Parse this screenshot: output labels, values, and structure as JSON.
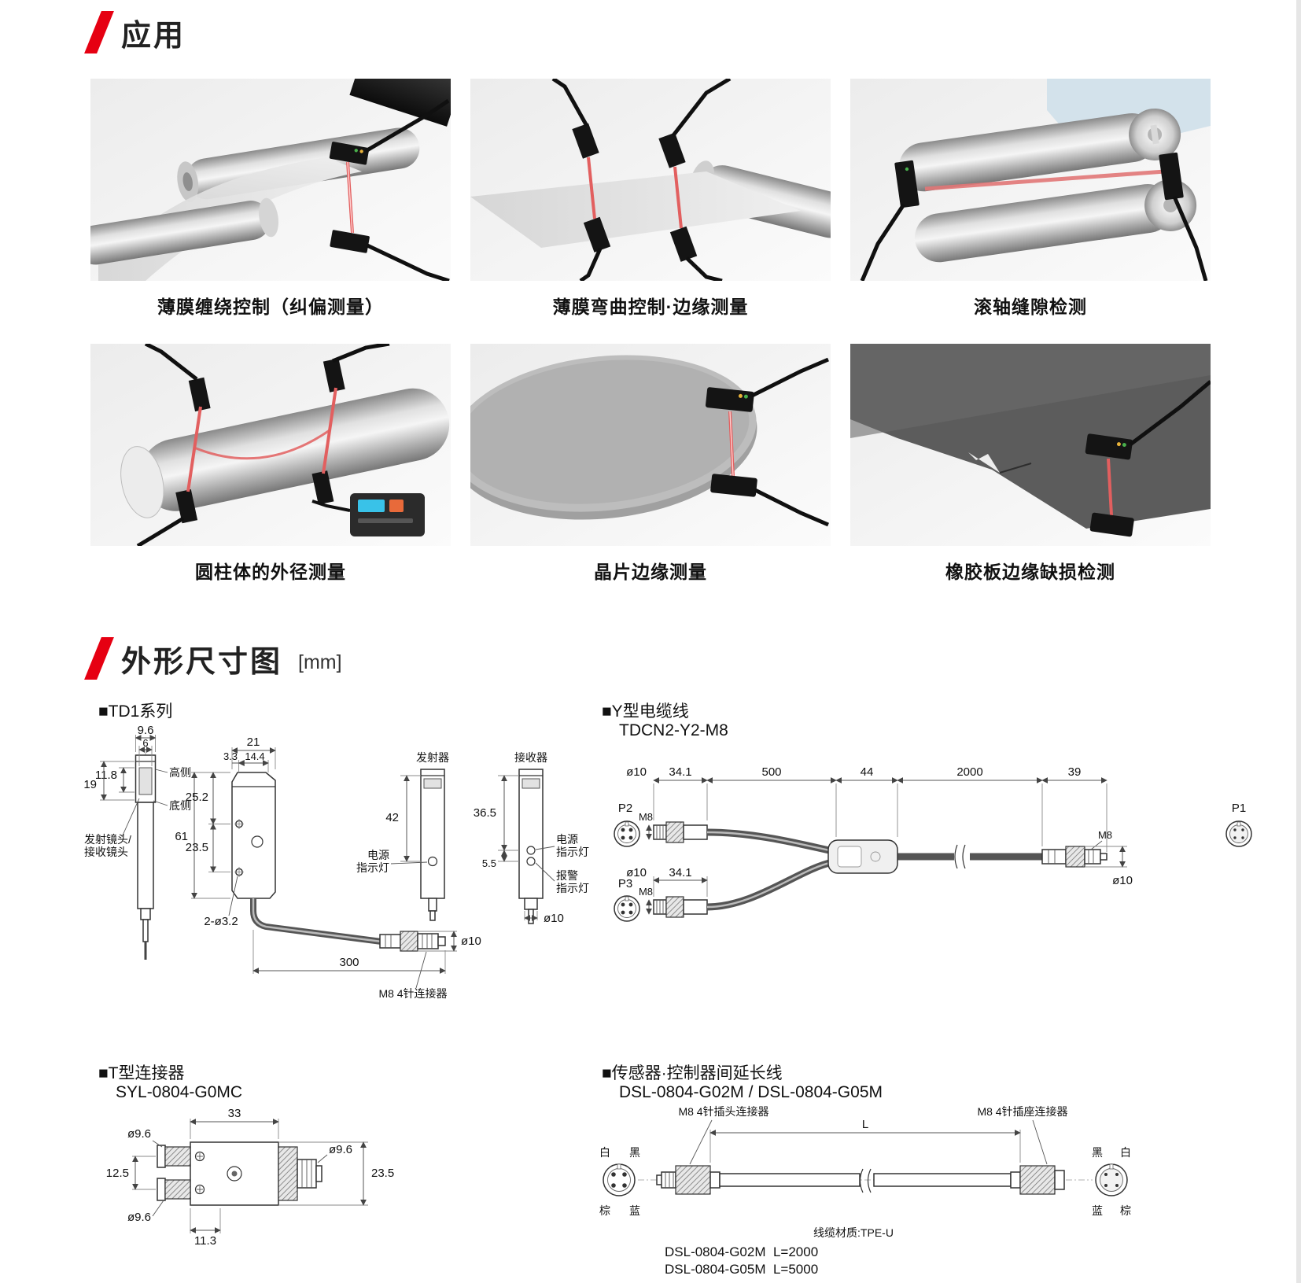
{
  "page": {
    "applications": {
      "title": "应用",
      "items": [
        {
          "caption": "薄膜缠绕控制（纠偏测量）"
        },
        {
          "caption": "薄膜弯曲控制·边缘测量"
        },
        {
          "caption": "滚轴缝隙检测"
        },
        {
          "caption": "圆柱体的外径测量"
        },
        {
          "caption": "晶片边缘测量"
        },
        {
          "caption": "橡胶板边缘缺损检测"
        }
      ]
    },
    "dimensions": {
      "title": "外形尺寸图",
      "unit": "[mm]",
      "td1": {
        "heading": "■TD1系列",
        "dim_w_head": "9.6",
        "dim_w_lens": "6",
        "dim_h_lens": "11.8",
        "dim_h_head": "19",
        "label_high_side": "高侧",
        "label_bottom_side": "底侧",
        "label_lens_line1": "发射镜头/",
        "label_lens_line2": "接收镜头",
        "dim_body_w": "21",
        "dim_offset1": "3.3",
        "dim_offset2": "14.4",
        "dim_upper": "25.2",
        "dim_height": "61",
        "dim_lower": "23.5",
        "label_holes": "2-ø3.2",
        "dim_cable": "300",
        "label_connector": "M8 4针连接器",
        "dim_conn_dia": "ø10",
        "emitter_title": "发射器",
        "dim_emitter_h": "42",
        "emitter_led_line1": "电源",
        "emitter_led_line2": "指示灯",
        "receiver_title": "接收器",
        "dim_receiver_h": "36.5",
        "dim_led_gap": "5.5",
        "receiver_power_line1": "电源",
        "receiver_power_line2": "指示灯",
        "receiver_alarm_line1": "报警",
        "receiver_alarm_line2": "指示灯",
        "dim_cable_dia": "ø10"
      },
      "ycable": {
        "heading": "■Y型电缆线",
        "model": "TDCN2-Y2-M8",
        "p2_label": "P2",
        "p3_label": "P3",
        "p1_label": "P1",
        "p2_dia": "ø10",
        "p2_len": "34.1",
        "p3_dia": "ø10",
        "p3_len": "34.1",
        "seg_500": "500",
        "seg_44": "44",
        "seg_2000": "2000",
        "seg_39": "39",
        "p2_thread": "M8",
        "p3_thread": "M8",
        "p1_thread": "M8",
        "p1_dia": "ø10"
      },
      "tconn": {
        "heading": "■T型连接器",
        "model": "SYL-0804-G0MC",
        "dim_w": "33",
        "dim_port1_dia": "ø9.6",
        "dim_pitch": "12.5",
        "dim_port2_dia": "ø9.6",
        "dim_offset": "11.3",
        "dim_plug_dia": "ø9.6",
        "dim_h": "23.5"
      },
      "ext": {
        "heading": "■传感器·控制器间延长线",
        "model": "DSL-0804-G02M / DSL-0804-G05M",
        "plug_label": "M8 4针插头连接器",
        "length_label": "L",
        "socket_label": "M8 4针插座连接器",
        "left_pin_tl": "白",
        "left_pin_tr": "黑",
        "left_pin_bl": "棕",
        "left_pin_br": "蓝",
        "right_pin_tl": "黑",
        "right_pin_tr": "白",
        "right_pin_bl": "蓝",
        "right_pin_br": "棕",
        "material": "线缆材质:TPE-U",
        "variant1": "DSL-0804-G02M  L=2000",
        "variant2": "DSL-0804-G05M  L=5000"
      }
    }
  },
  "colors": {
    "accent_red": "#e60012",
    "beam_red": "#e25f5f",
    "line": "#3a3a3a"
  }
}
